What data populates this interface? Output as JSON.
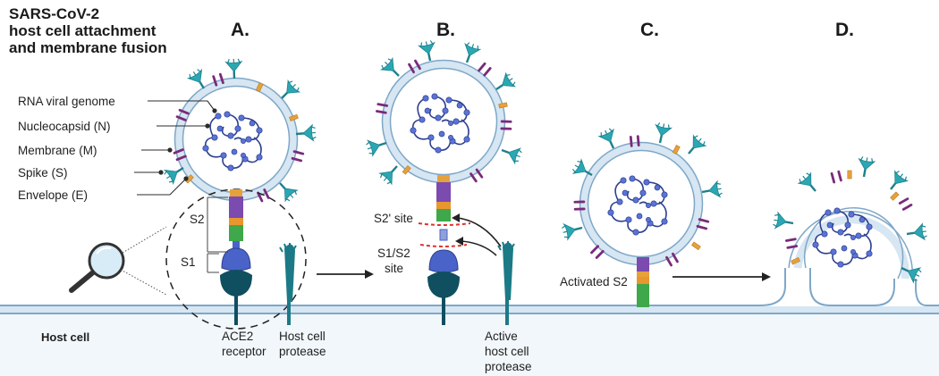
{
  "title": {
    "line1": "SARS-CoV-2",
    "line2": "host cell attachment",
    "line3": "and membrane fusion"
  },
  "panels": {
    "a": "A.",
    "b": "B.",
    "c": "C.",
    "d": "D."
  },
  "legend": {
    "rna": "RNA viral genome",
    "nucleocapsid": "Nucleocapsid (N)",
    "membrane": "Membrane (M)",
    "spike": "Spike (S)",
    "envelope": "Envelope (E)"
  },
  "panel_a": {
    "s2": "S2",
    "s1": "S1",
    "ace2_line1": "ACE2",
    "ace2_line2": "receptor",
    "protease_line1": "Host cell",
    "protease_line2": "protease"
  },
  "panel_b": {
    "s2prime": "S2' site",
    "s1s2_line1": "S1/S2",
    "s1s2_line2": "site",
    "active_line1": "Active",
    "active_line2": "host cell",
    "active_line3": "protease"
  },
  "panel_c": {
    "activated": "Activated S2"
  },
  "host_cell": "Host cell",
  "colors": {
    "membrane_fill": "#d6e6f2",
    "membrane_edge": "#7fa7c7",
    "spike": "#2aa7b3",
    "m_protein": "#7a2a7a",
    "e_protein": "#e7a13a",
    "nucleocapsid": "#3a55b4",
    "ace2": "#0f4f5f",
    "purple": "#7b4bb0",
    "green": "#3ea84a",
    "orange": "#e8962e",
    "cleavage": "#e03030"
  }
}
